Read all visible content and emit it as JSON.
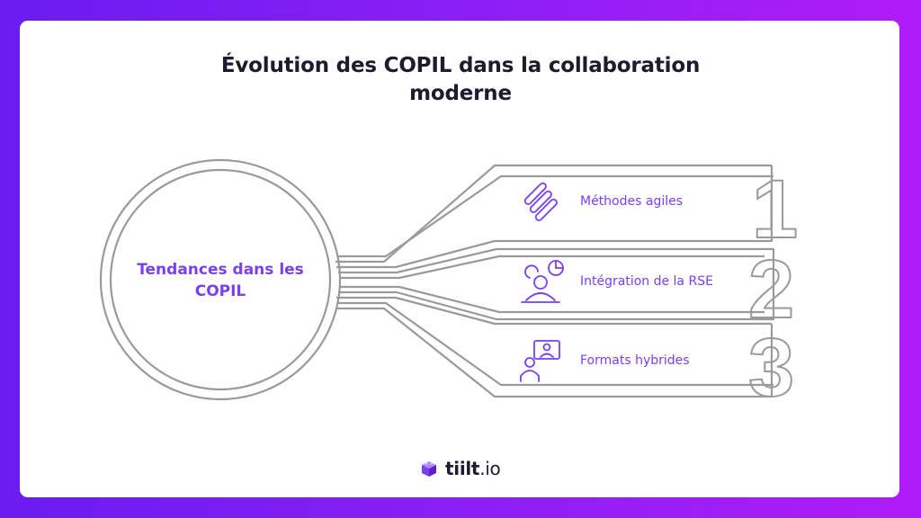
{
  "title": {
    "line1": "Évolution des COPIL dans la collaboration",
    "line2": "moderne"
  },
  "hub": {
    "label": "Tendances dans les COPIL"
  },
  "items": [
    {
      "number": "1",
      "label": "Méthodes agiles",
      "icon": "agile-stripes-icon"
    },
    {
      "number": "2",
      "label": "Intégration de la RSE",
      "icon": "csr-person-chart-icon"
    },
    {
      "number": "3",
      "label": "Formats hybrides",
      "icon": "hybrid-remote-person-icon"
    }
  ],
  "logo": {
    "name": "tiilt",
    "suffix": ".io",
    "icon": "puzzle-brick-icon"
  },
  "colors": {
    "background_start": "#6a1cf0",
    "background_end": "#b01cf7",
    "accent": "#7a3ff0",
    "outline": "#9a9a9a",
    "title": "#1d1b2e"
  }
}
